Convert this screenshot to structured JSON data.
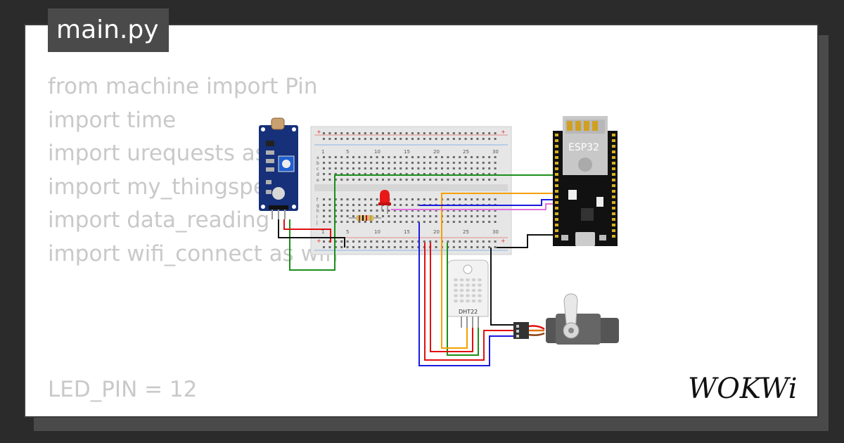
{
  "editor": {
    "tab_label": "main.py",
    "code_lines": [
      "from machine import Pin",
      "import time",
      "import urequests as",
      "import my_thingspe",
      "import data_reading",
      "import wifi_connect as wifi"
    ],
    "bottom_line": "LED_PIN = 12"
  },
  "components": {
    "esp32_label": "ESP32",
    "dht_label": "DHT22",
    "breadboard_numbers": [
      "1",
      "5",
      "10",
      "15",
      "20",
      "25",
      "30"
    ],
    "breadboard_rows_top": [
      "a",
      "b",
      "c",
      "d",
      "e"
    ],
    "breadboard_rows_bottom": [
      "f",
      "g",
      "h",
      "i",
      "j"
    ]
  },
  "brand": {
    "logo_text": "WOKWi"
  },
  "colors": {
    "background": "#2b2b2b",
    "card": "#ffffff",
    "code_text": "#c9c9c9",
    "wire_green": "#1a8f1a",
    "wire_orange": "#f5a000",
    "wire_blue": "#1a1ae0",
    "wire_pink": "#e070e0",
    "wire_red": "#e01010",
    "wire_black": "#111111"
  }
}
